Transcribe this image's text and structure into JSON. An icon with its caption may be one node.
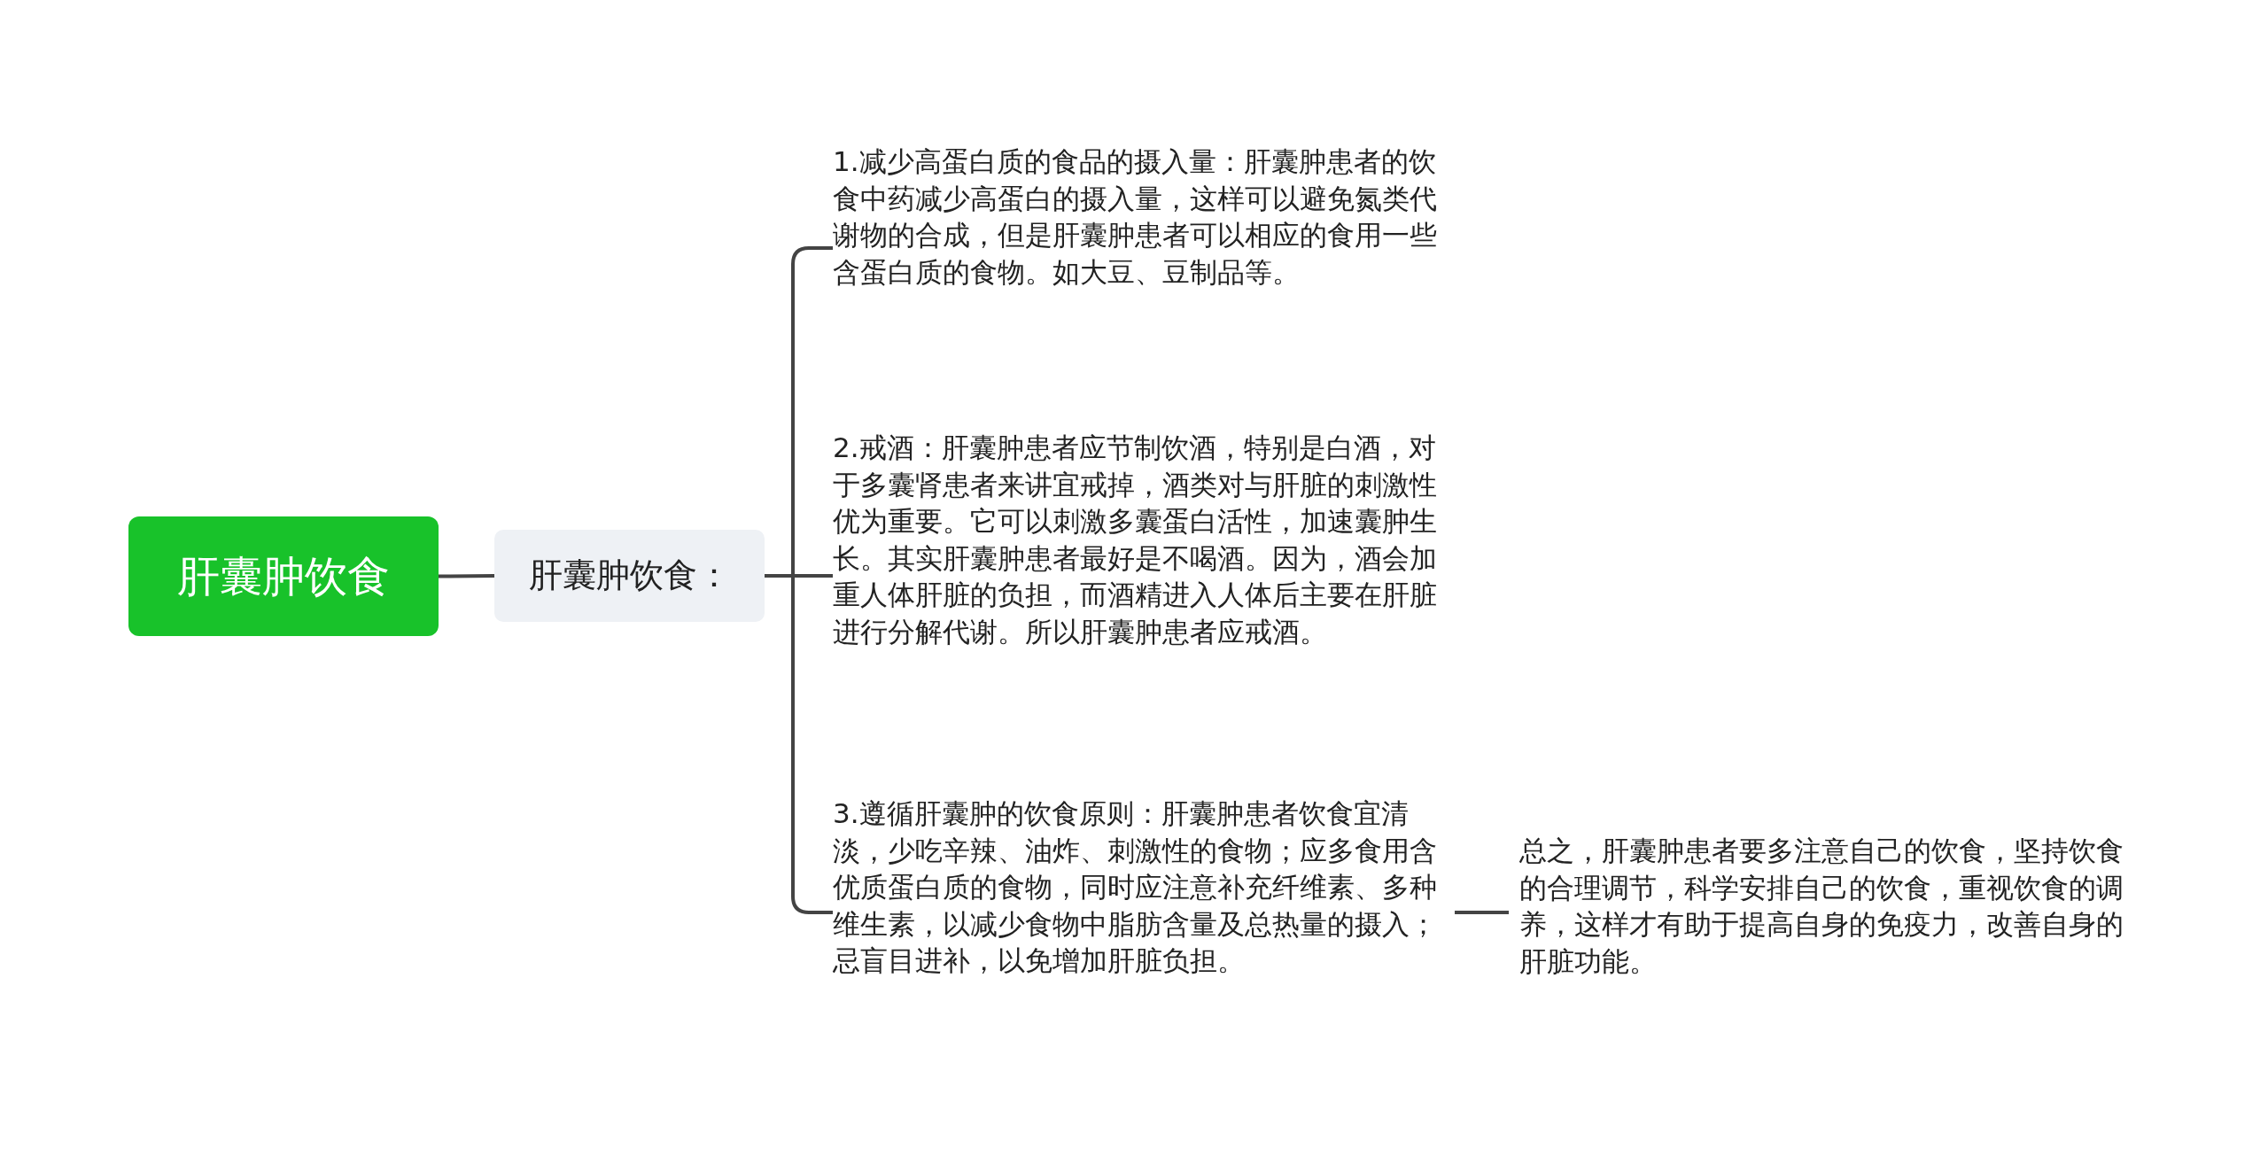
{
  "diagram": {
    "nodes": [
      {
        "text": [
          "肝囊肿饮食"
        ]
      },
      {
        "text": [
          "肝囊肿饮食："
        ]
      },
      {
        "text": [
          "1.减少高蛋白质的食品的摄入量：肝囊肿患者的饮食中药减少高蛋白的摄入量，这样可以避免氮类代谢物的合成，但是肝囊肿患者可以相应的食用一些含蛋白质的食物。如大豆、豆制品等。"
        ]
      },
      {
        "text": [
          "2.戒酒：肝囊肿患者应节制饮酒，特别是白酒，对于多囊肾患者来讲宜戒掉，酒类对与肝脏的刺激性优为重要。它可以刺激多囊蛋白活性，加速囊肿生长。其实肝囊肿患者最好是不喝酒。因为，酒会加重人体肝脏的负担，而酒精进入人体后主要在肝脏进行分解代谢。所以肝囊肿患者应戒酒。"
        ]
      },
      {
        "text": [
          "3.遵循肝囊肿的饮食原则：肝囊肿患者饮食宜清淡，少吃辛辣、油炸、刺激性的食物；应多食用含优质蛋白质的食物，同时应注意补充纤维素、多种维生素，以减少食物中脂肪含量及总热量的摄入；忌盲目进补，以免增加肝脏负担。"
        ]
      },
      {
        "text": [
          "总之，肝囊肿患者要多注意自己的饮食，坚持饮食的合理调节，科学安排自己的饮食，重视饮食的调养，这样才有助于提高自身的免疫力，改善自身的肝脏功能。"
        ]
      }
    ],
    "edges": [
      {
        "from": 0,
        "to": 1,
        "arrow": "none"
      },
      {
        "from": 1,
        "to": 2,
        "arrow": "none"
      },
      {
        "from": 1,
        "to": 3,
        "arrow": "none"
      },
      {
        "from": 1,
        "to": 4,
        "arrow": "none"
      },
      {
        "from": 4,
        "to": 5,
        "arrow": "none"
      }
    ]
  }
}
